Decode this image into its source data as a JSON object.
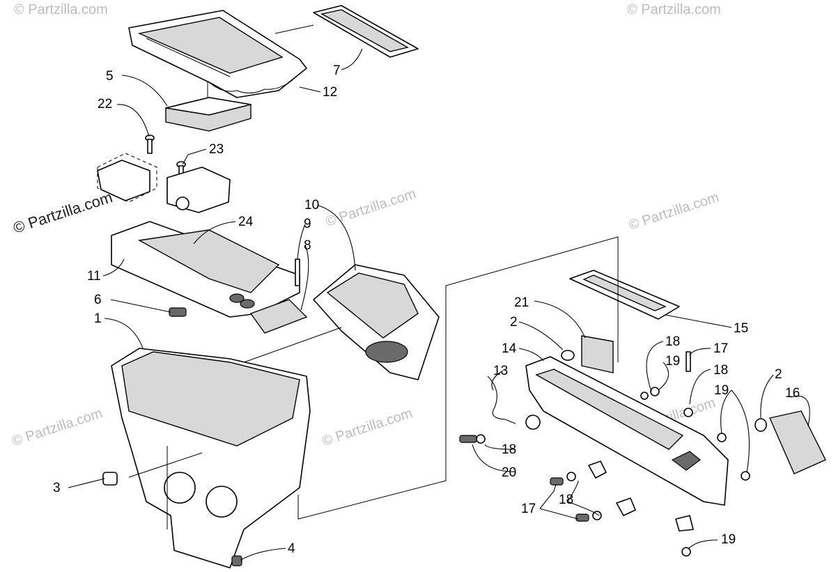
{
  "watermark": {
    "main": "© Partzilla.com",
    "repeat": "© Partzilla.com"
  },
  "callouts": [
    {
      "id": "c1",
      "label": "1"
    },
    {
      "id": "c2a",
      "label": "2"
    },
    {
      "id": "c2b",
      "label": "2"
    },
    {
      "id": "c3",
      "label": "3"
    },
    {
      "id": "c4",
      "label": "4"
    },
    {
      "id": "c5",
      "label": "5"
    },
    {
      "id": "c6",
      "label": "6"
    },
    {
      "id": "c7",
      "label": "7"
    },
    {
      "id": "c8",
      "label": "8"
    },
    {
      "id": "c9",
      "label": "9"
    },
    {
      "id": "c10",
      "label": "10"
    },
    {
      "id": "c11",
      "label": "11"
    },
    {
      "id": "c12",
      "label": "12"
    },
    {
      "id": "c13",
      "label": "13"
    },
    {
      "id": "c14",
      "label": "14"
    },
    {
      "id": "c15",
      "label": "15"
    },
    {
      "id": "c16",
      "label": "16"
    },
    {
      "id": "c17a",
      "label": "17"
    },
    {
      "id": "c17b",
      "label": "17"
    },
    {
      "id": "c18a",
      "label": "18"
    },
    {
      "id": "c18b",
      "label": "18"
    },
    {
      "id": "c18c",
      "label": "18"
    },
    {
      "id": "c18d",
      "label": "18"
    },
    {
      "id": "c19a",
      "label": "19"
    },
    {
      "id": "c19b",
      "label": "19"
    },
    {
      "id": "c19c",
      "label": "19"
    },
    {
      "id": "c20",
      "label": "20"
    },
    {
      "id": "c21",
      "label": "21"
    },
    {
      "id": "c22",
      "label": "22"
    },
    {
      "id": "c23",
      "label": "23"
    },
    {
      "id": "c24",
      "label": "24"
    }
  ]
}
